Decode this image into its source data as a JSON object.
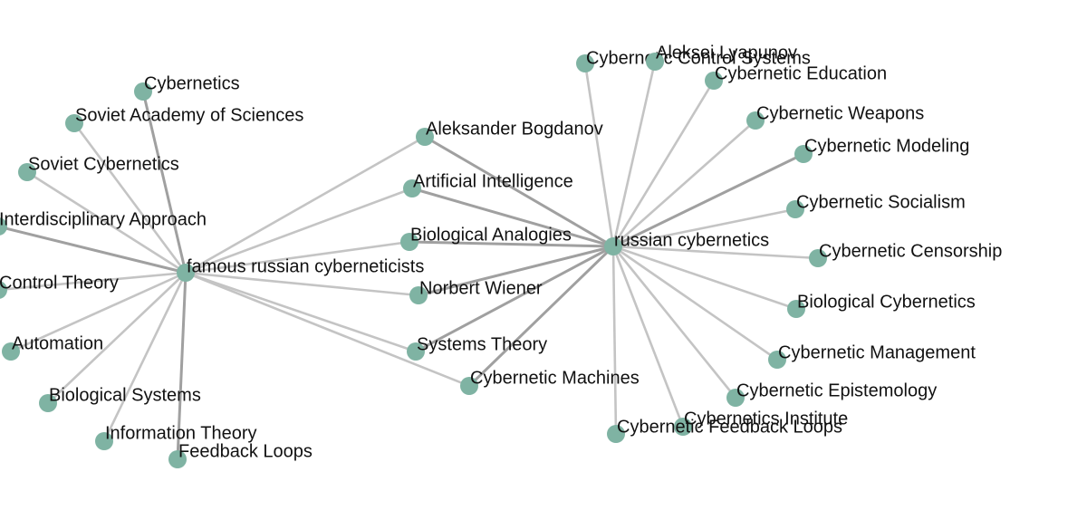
{
  "colors": {
    "node": "#7fb3a3",
    "edge_light": "#c4c4c4",
    "edge_dark": "#a0a0a0",
    "label": "#111111",
    "background": "#ffffff"
  },
  "graph": {
    "nodes": [
      {
        "id": "cybernetics",
        "label": "Cybernetics"
      },
      {
        "id": "soviet-academy",
        "label": "Soviet Academy of Sciences"
      },
      {
        "id": "soviet-cybernetics",
        "label": "Soviet Cybernetics"
      },
      {
        "id": "interdisciplinary",
        "label": "Interdisciplinary Approach"
      },
      {
        "id": "control-theory",
        "label": "Control Theory"
      },
      {
        "id": "automation",
        "label": "Automation"
      },
      {
        "id": "biological-systems",
        "label": "Biological Systems"
      },
      {
        "id": "information-theory",
        "label": "Information Theory"
      },
      {
        "id": "feedback-loops",
        "label": "Feedback Loops"
      },
      {
        "id": "famous",
        "label": "famous russian cyberneticists"
      },
      {
        "id": "bogdanov",
        "label": "Aleksander Bogdanov"
      },
      {
        "id": "ai",
        "label": "Artificial Intelligence"
      },
      {
        "id": "bio-analogies",
        "label": "Biological Analogies"
      },
      {
        "id": "wiener",
        "label": "Norbert Wiener"
      },
      {
        "id": "systems-theory",
        "label": "Systems Theory"
      },
      {
        "id": "cyb-machines",
        "label": "Cybernetic Machines"
      },
      {
        "id": "russian",
        "label": "russian cybernetics"
      },
      {
        "id": "cyb-control",
        "label": "Cybernetic Control Systems"
      },
      {
        "id": "lyapunov",
        "label": "Aleksei Lyapunov"
      },
      {
        "id": "cyb-education",
        "label": "Cybernetic Education"
      },
      {
        "id": "cyb-weapons",
        "label": "Cybernetic Weapons"
      },
      {
        "id": "cyb-modeling",
        "label": "Cybernetic Modeling"
      },
      {
        "id": "cyb-socialism",
        "label": "Cybernetic Socialism"
      },
      {
        "id": "cyb-censorship",
        "label": "Cybernetic Censorship"
      },
      {
        "id": "bio-cybernetics",
        "label": "Biological Cybernetics"
      },
      {
        "id": "cyb-management",
        "label": "Cybernetic Management"
      },
      {
        "id": "cyb-epistemology",
        "label": "Cybernetic Epistemology"
      },
      {
        "id": "cyb-institute",
        "label": "Cybernetics Institute"
      },
      {
        "id": "cyb-feedback",
        "label": "Cybernetic Feedback Loops"
      }
    ],
    "edges": [
      {
        "source": "famous",
        "target": "cybernetics",
        "weight": "strong"
      },
      {
        "source": "famous",
        "target": "soviet-academy",
        "weight": "normal"
      },
      {
        "source": "famous",
        "target": "soviet-cybernetics",
        "weight": "normal"
      },
      {
        "source": "famous",
        "target": "interdisciplinary",
        "weight": "strong"
      },
      {
        "source": "famous",
        "target": "control-theory",
        "weight": "normal"
      },
      {
        "source": "famous",
        "target": "automation",
        "weight": "normal"
      },
      {
        "source": "famous",
        "target": "biological-systems",
        "weight": "normal"
      },
      {
        "source": "famous",
        "target": "information-theory",
        "weight": "normal"
      },
      {
        "source": "famous",
        "target": "feedback-loops",
        "weight": "strong"
      },
      {
        "source": "famous",
        "target": "bogdanov",
        "weight": "normal"
      },
      {
        "source": "famous",
        "target": "ai",
        "weight": "normal"
      },
      {
        "source": "famous",
        "target": "bio-analogies",
        "weight": "normal"
      },
      {
        "source": "famous",
        "target": "wiener",
        "weight": "normal"
      },
      {
        "source": "famous",
        "target": "systems-theory",
        "weight": "normal"
      },
      {
        "source": "famous",
        "target": "cyb-machines",
        "weight": "normal"
      },
      {
        "source": "russian",
        "target": "bogdanov",
        "weight": "strong"
      },
      {
        "source": "russian",
        "target": "ai",
        "weight": "strong"
      },
      {
        "source": "russian",
        "target": "bio-analogies",
        "weight": "strong"
      },
      {
        "source": "russian",
        "target": "wiener",
        "weight": "strong"
      },
      {
        "source": "russian",
        "target": "systems-theory",
        "weight": "strong"
      },
      {
        "source": "russian",
        "target": "cyb-machines",
        "weight": "strong"
      },
      {
        "source": "russian",
        "target": "cyb-control",
        "weight": "normal"
      },
      {
        "source": "russian",
        "target": "lyapunov",
        "weight": "normal"
      },
      {
        "source": "russian",
        "target": "cyb-education",
        "weight": "normal"
      },
      {
        "source": "russian",
        "target": "cyb-weapons",
        "weight": "normal"
      },
      {
        "source": "russian",
        "target": "cyb-modeling",
        "weight": "strong"
      },
      {
        "source": "russian",
        "target": "cyb-socialism",
        "weight": "normal"
      },
      {
        "source": "russian",
        "target": "cyb-censorship",
        "weight": "normal"
      },
      {
        "source": "russian",
        "target": "bio-cybernetics",
        "weight": "normal"
      },
      {
        "source": "russian",
        "target": "cyb-management",
        "weight": "normal"
      },
      {
        "source": "russian",
        "target": "cyb-epistemology",
        "weight": "normal"
      },
      {
        "source": "russian",
        "target": "cyb-institute",
        "weight": "normal"
      },
      {
        "source": "russian",
        "target": "cyb-feedback",
        "weight": "normal"
      }
    ]
  }
}
